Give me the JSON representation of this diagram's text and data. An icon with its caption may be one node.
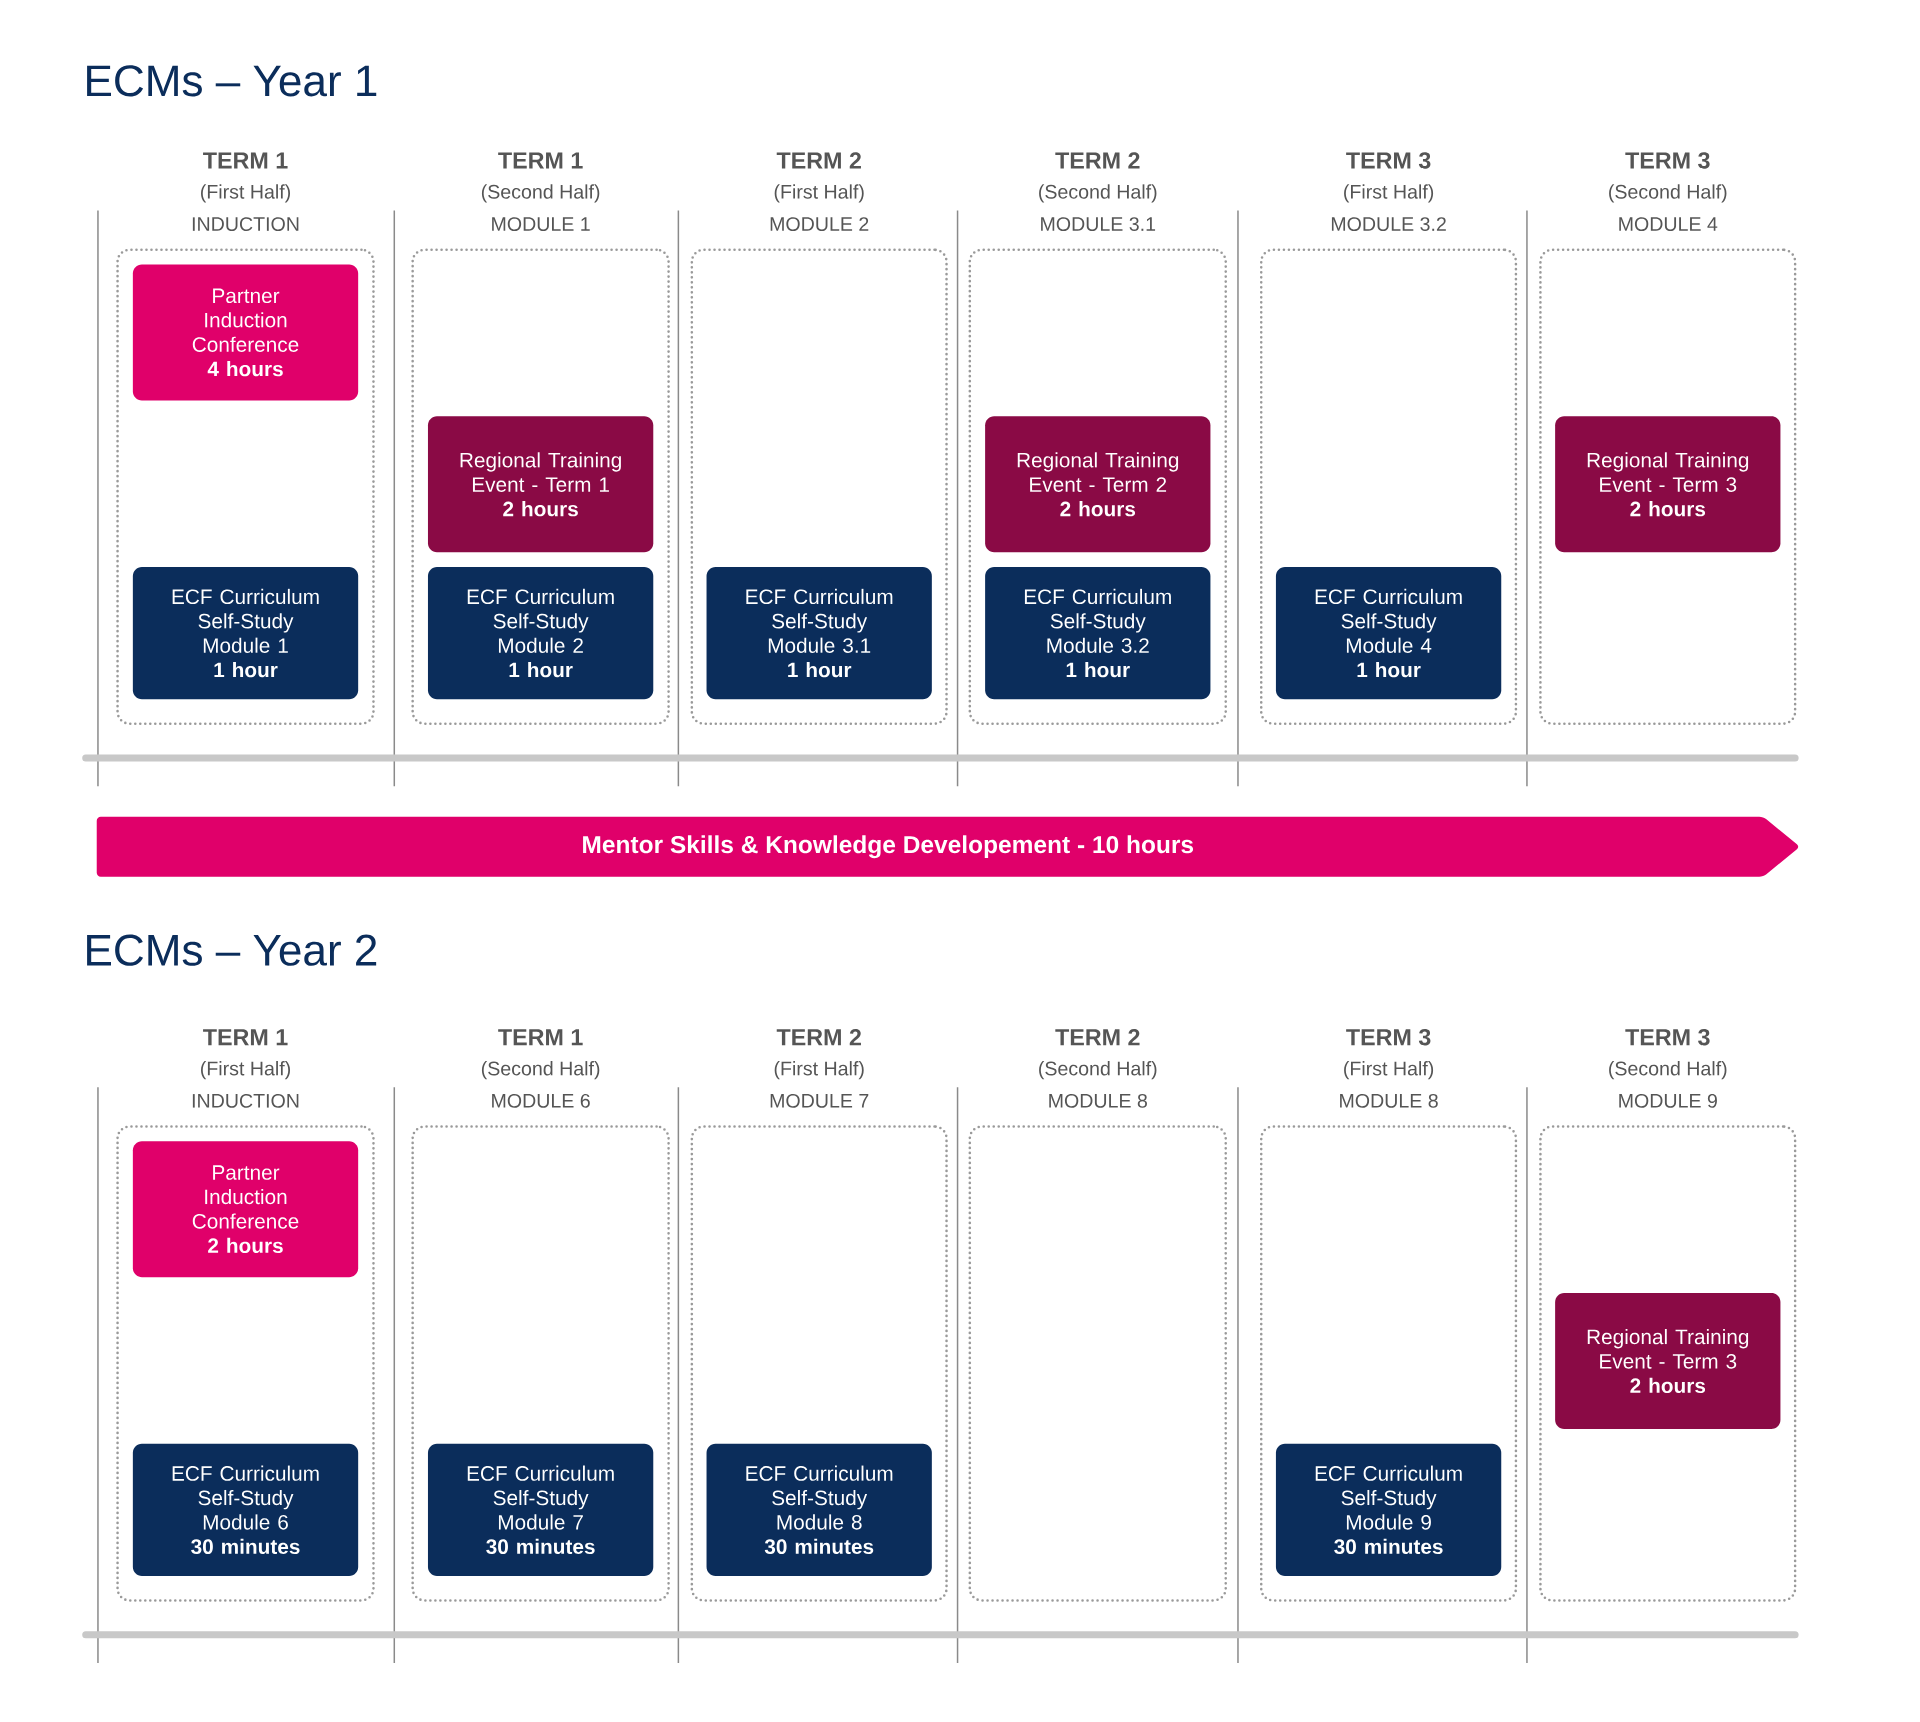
{
  "diagram": {
    "nodes": [
      {
        "text": [
          "TERM 1",
          "(First Half)",
          "INDUCTION"
        ]
      },
      {
        "text": [
          "Partner Induction Conference",
          "4 hours"
        ],
        "in": 0
      },
      {
        "text": [
          "ECF Curriculum Self-Study Module 1",
          "1 hour"
        ],
        "in": 0
      },
      {
        "text": [
          "TERM 1",
          "(Second Half)",
          "MODULE 1"
        ]
      },
      {
        "text": [
          "Regional Training Event - Term 1",
          "2 hours"
        ],
        "in": 3
      },
      {
        "text": [
          "ECF Curriculum Self-Study Module 2",
          "1 hour"
        ],
        "in": 3
      },
      {
        "text": [
          "TERM 2",
          "(First Half)",
          "MODULE 2"
        ]
      },
      {
        "text": [
          "ECF Curriculum Self-Study Module 3.1",
          "1 hour"
        ],
        "in": 6
      },
      {
        "text": [
          "TERM 2",
          "(Second Half)",
          "MODULE 3.1"
        ]
      },
      {
        "text": [
          "Regional Training Event - Term 2",
          "2 hours"
        ],
        "in": 8
      },
      {
        "text": [
          "ECF Curriculum Self-Study Module 3.2",
          "1 hour"
        ],
        "in": 8
      },
      {
        "text": [
          "TERM 3",
          "(First Half)",
          "MODULE 3.2"
        ]
      },
      {
        "text": [
          "ECF Curriculum Self-Study Module 4",
          "1 hour"
        ],
        "in": 11
      },
      {
        "text": [
          "TERM 3",
          "(Second Half)",
          "MODULE 4"
        ]
      },
      {
        "text": [
          "Regional Training Event - Term 3",
          "2 hours"
        ],
        "in": 13
      },
      {
        "text": [
          "Mentor Skills & Knowledge Developement - 10 hours"
        ]
      },
      {
        "text": [
          "TERM 1",
          "(First Half)",
          "INDUCTION"
        ]
      },
      {
        "text": [
          "Partner Induction Conference",
          "2 hours"
        ],
        "in": 16
      },
      {
        "text": [
          "ECF Curriculum Self-Study Module 6",
          "30 minutes"
        ],
        "in": 16
      },
      {
        "text": [
          "TERM 1",
          "(Second Half)",
          "MODULE 6"
        ]
      },
      {
        "text": [
          "ECF Curriculum Self-Study Module 7",
          "30 minutes"
        ],
        "in": 19
      },
      {
        "text": [
          "TERM 2",
          "(First Half)",
          "MODULE 7"
        ]
      },
      {
        "text": [
          "ECF Curriculum Self-Study Module 8",
          "30 minutes"
        ],
        "in": 21
      },
      {
        "text": [
          "TERM 2",
          "(Second Half)",
          "MODULE 8"
        ]
      },
      {
        "text": [
          "TERM 3",
          "(First Half)",
          "MODULE 8"
        ]
      },
      {
        "text": [
          "ECF Curriculum Self-Study Module 9",
          "30 minutes"
        ],
        "in": 24
      },
      {
        "text": [
          "TERM 3",
          "(Second Half)",
          "MODULE 9"
        ]
      },
      {
        "text": [
          "Regional Training Event - Term 3",
          "2 hours"
        ],
        "in": 26
      }
    ],
    "edges": [],
    "labels": [
      "ECMs – Year 1",
      "ECMs – Year 2"
    ]
  }
}
